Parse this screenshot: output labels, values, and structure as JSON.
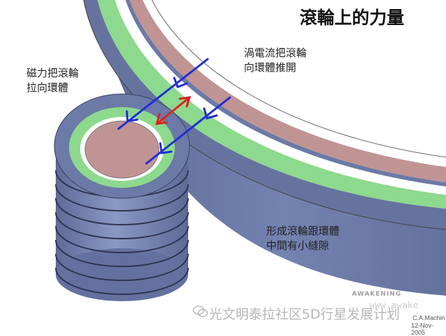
{
  "title": "滾輪上的力量",
  "labels": {
    "magnetic_pull": "磁力把滾輪\n拉向環體",
    "eddy_push": "渦電流把滾輪\n向環體推開",
    "gap": "形成滾輪跟環體\n中間有小縫隙"
  },
  "watermark": {
    "main": "光文明泰拉社区5D行星发展计划",
    "brand": "AWAKENING",
    "url": "www.awake",
    "author": "C.A.Machin",
    "date": "12-Nov-2005"
  },
  "colors": {
    "ring_body": "#6b7aa6",
    "ring_side": "#7d8cb8",
    "ring_top_dark": "#5a6590",
    "magnet_green": "#8dd98d",
    "gap_white": "#ffffff",
    "core_pink": "#c19494",
    "field_blue": "#1f2ed6",
    "eddy_red": "#e02020"
  },
  "icons": [
    "wechat-icon"
  ]
}
